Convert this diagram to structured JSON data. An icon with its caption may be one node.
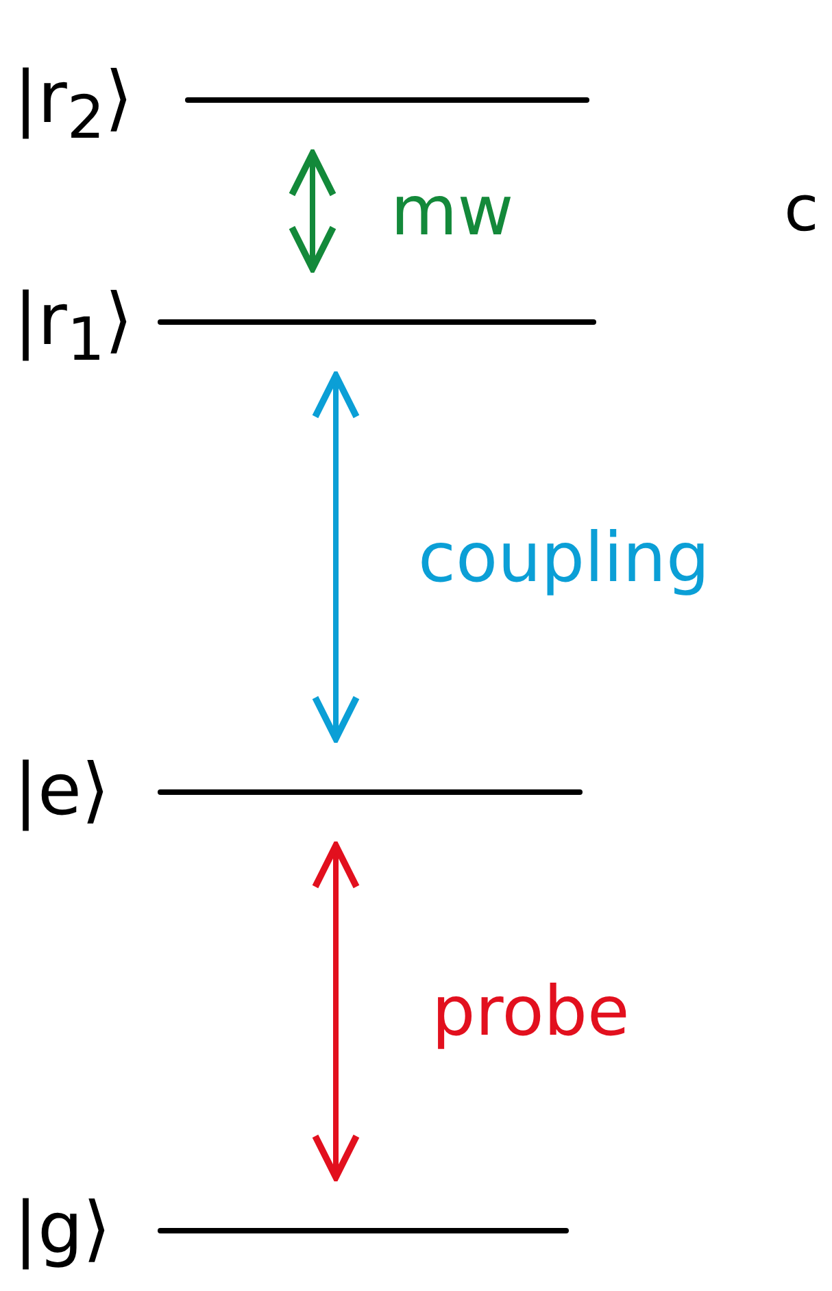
{
  "diagram": {
    "nodes": [
      {
        "text": [
          "|r$_{2}$⟩"
        ]
      },
      {
        "text": [
          "|r$_{1}$⟩"
        ]
      },
      {
        "text": [
          "|e⟩"
        ]
      },
      {
        "text": [
          "|g⟩"
        ]
      }
    ],
    "edges": [
      {
        "from": 0,
        "to": 1,
        "arrow": "both",
        "label": "mw",
        "color": "#13893a"
      },
      {
        "from": 1,
        "to": 2,
        "arrow": "both",
        "label": "coupling",
        "color": "#0b9fd6"
      },
      {
        "from": 2,
        "to": 3,
        "arrow": "both",
        "label": "probe",
        "color": "#e2101e"
      }
    ],
    "labels": [
      "c"
    ]
  }
}
